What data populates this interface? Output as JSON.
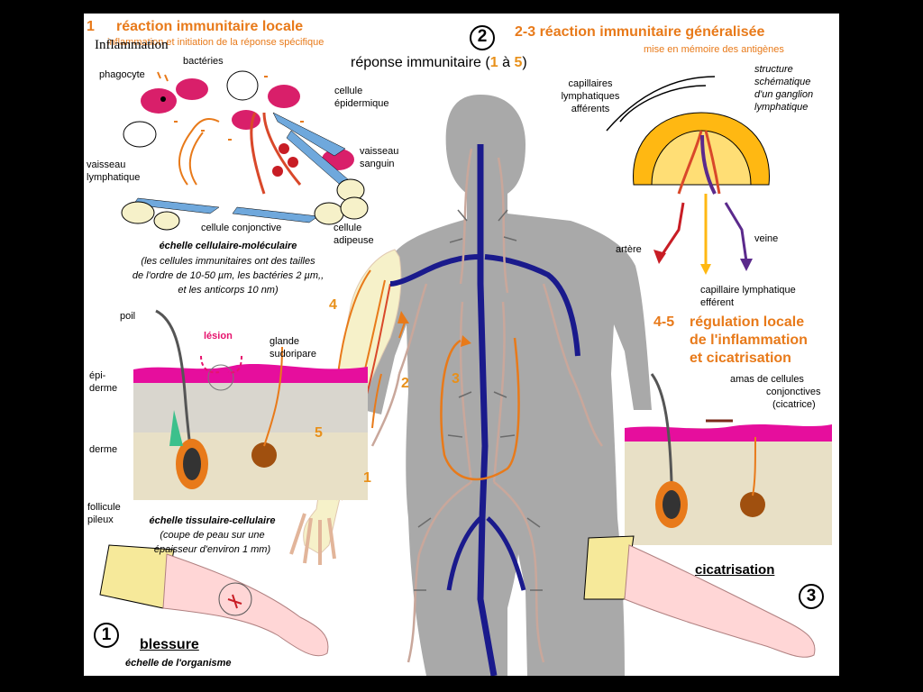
{
  "colors": {
    "orange": "#e87a1a",
    "lymph": "#c9a79b",
    "vein": "#1a1a8c",
    "body": "#a8a8a8",
    "skin": "#ffd0d0"
  },
  "panel1": {
    "step": "1",
    "heading": "réaction immunitaire locale",
    "subheading": "inflammation et initiation de la réponse spécifique",
    "inflammation_stamp": "Inflammation",
    "labels": {
      "bacteries": "bactéries",
      "phagocyte": "phagocyte",
      "cellule_epidermique": [
        "cellule",
        "épidermique"
      ],
      "vaisseau_sanguin": [
        "vaisseau",
        "sanguin"
      ],
      "vaisseau_lymphatique": [
        "vaisseau",
        "lymphatique"
      ],
      "cellule_conjonctive": "cellule  conjonctive",
      "cellule_adipeuse": [
        "cellule",
        "adipeuse"
      ]
    },
    "scale_title": "échelle cellulaire-moléculaire",
    "scale_note": [
      "(les cellules immunitaires ont des tailles",
      "de l'ordre de 10-50 µm, les bactéries 2 µm,,",
      "et les anticorps 10 nm)"
    ]
  },
  "skin1": {
    "poil": "poil",
    "lesion": "lésion",
    "glande": [
      "glande",
      "sudoripare"
    ],
    "epiderme": [
      "épi-",
      "derme"
    ],
    "derme": "derme",
    "follicule": [
      "follicule",
      "pileux"
    ],
    "scale_title": "échelle tissulaire-cellulaire",
    "scale_note": [
      "(coupe de peau sur une",
      "épaisseur d'environ 1 mm)"
    ]
  },
  "arm1": {
    "number": "1",
    "label": "blessure",
    "scale": "échelle de l'organisme"
  },
  "center": {
    "number": "2",
    "title_prefix": "réponse immunitaire (",
    "title_a": "1",
    "title_mid": " à ",
    "title_b": "5",
    "title_suffix": ")",
    "arrows": [
      "4",
      "2",
      "3",
      "5",
      "1"
    ]
  },
  "panel2": {
    "heading": "2-3 réaction immunitaire généralisée",
    "subheading": "mise en mémoire des antigènes",
    "capillaires_afferents": [
      "capillaires",
      "lymphatiques",
      "afférents"
    ],
    "structure": [
      "structure",
      "schématique",
      "d'un ganglion",
      "lymphatique"
    ],
    "artere": "artère",
    "veine": "veine",
    "capillaire_efferent": [
      "capillaire lymphatique",
      "efférent"
    ]
  },
  "panel3": {
    "heading": [
      "4-5",
      "régulation locale",
      "de l'inflammation",
      "et cicatrisation"
    ],
    "amas": [
      "amas de cellules",
      "conjonctives",
      "(cicatrice)"
    ],
    "cicatrisation": "cicatrisation",
    "number": "3"
  }
}
